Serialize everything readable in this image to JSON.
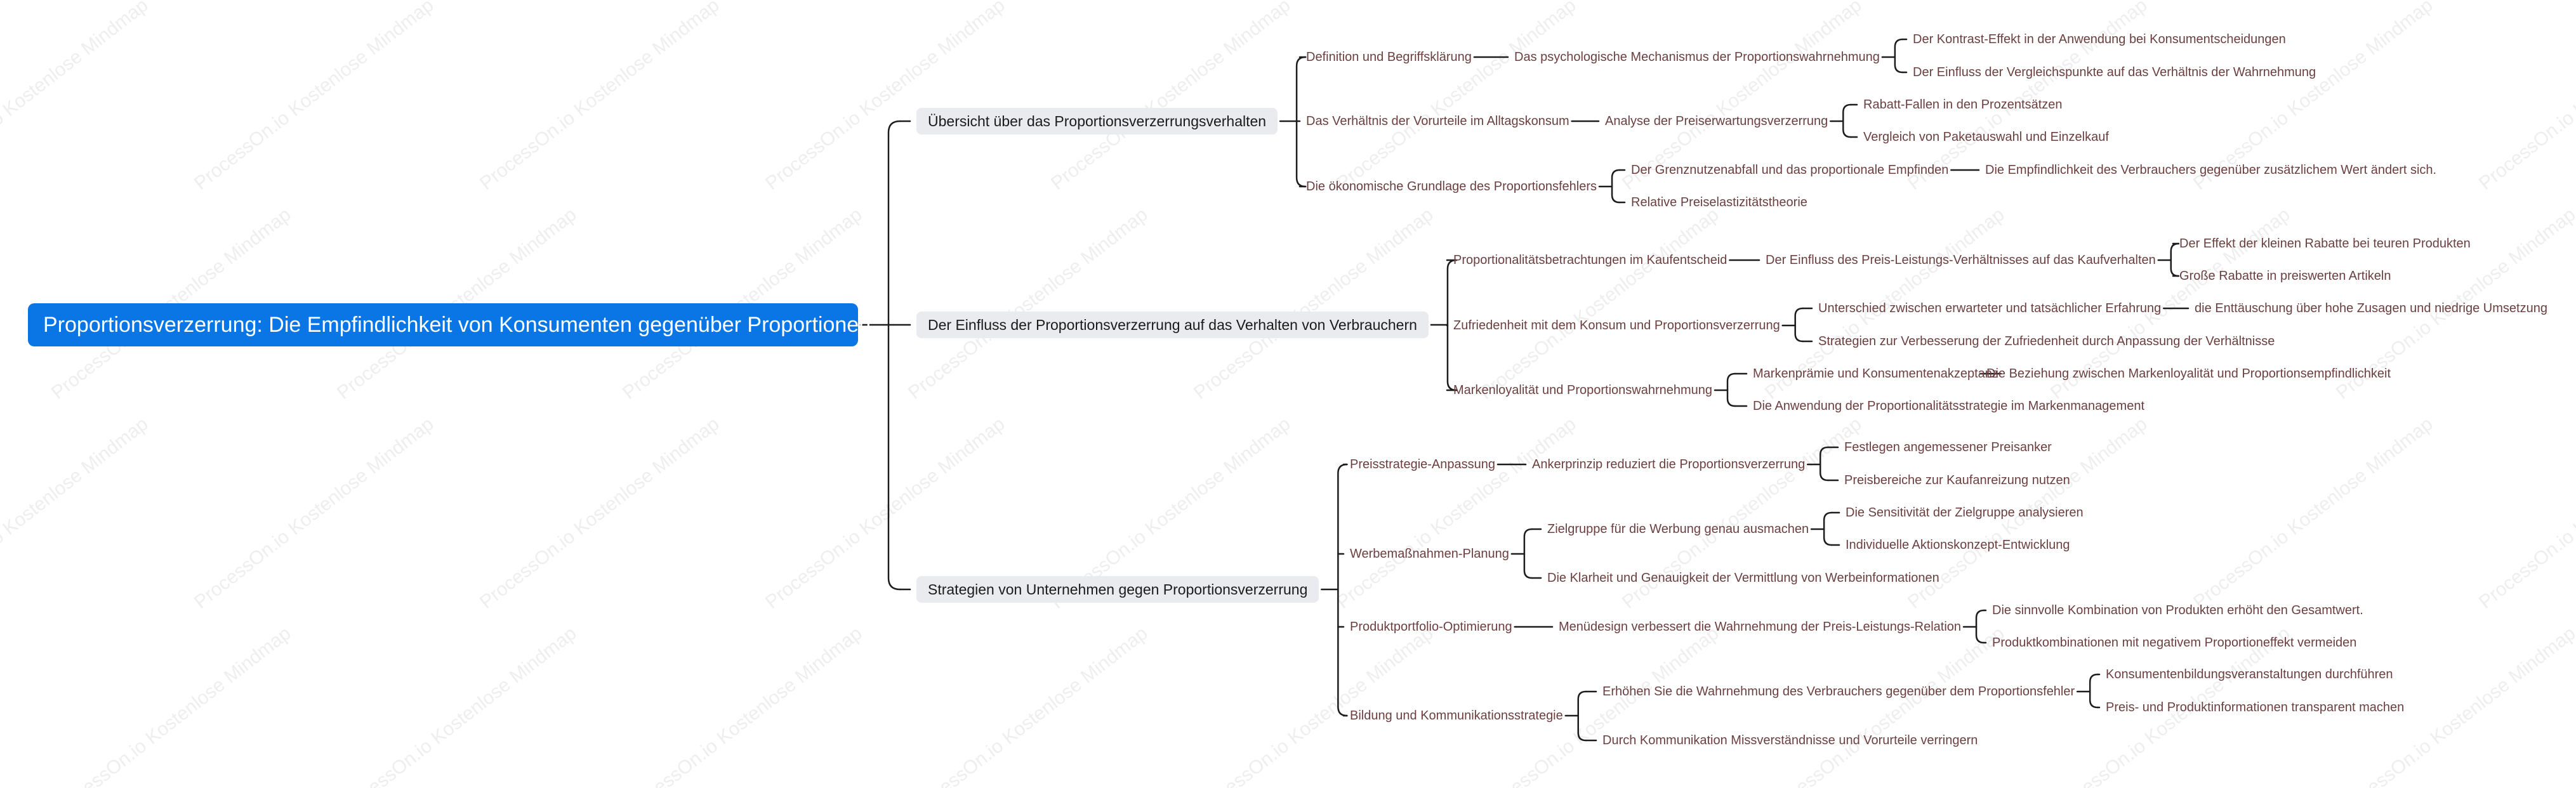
{
  "watermark": "ProcessOn.io Kostenlose Mindmap",
  "root": {
    "label": "Proportionsverzerrung: Die Empfindlichkeit von Konsumenten gegenüber Proportionen"
  },
  "branches": [
    {
      "label": "Übersicht über das Proportionsverzerrungsverhalten",
      "children": [
        {
          "label": "Definition und Begriffsklärung",
          "children": [
            {
              "label": "Das psychologische Mechanismus der Proportionswahrnehmung",
              "children": [
                {
                  "label": "Der Kontrast-Effekt in der Anwendung bei Konsumentscheidungen"
                },
                {
                  "label": "Der Einfluss der Vergleichspunkte auf das Verhältnis der Wahrnehmung"
                }
              ]
            }
          ]
        },
        {
          "label": "Das Verhältnis der Vorurteile im Alltagskonsum",
          "children": [
            {
              "label": "Analyse der Preiserwartungsverzerrung",
              "children": [
                {
                  "label": "Rabatt-Fallen in den Prozentsätzen"
                },
                {
                  "label": "Vergleich von Paketauswahl und Einzelkauf"
                }
              ]
            }
          ]
        },
        {
          "label": "Die ökonomische Grundlage des Proportionsfehlers",
          "children": [
            {
              "label": "Der Grenznutzenabfall und das proportionale Empfinden",
              "children": [
                {
                  "label": "Die Empfindlichkeit des Verbrauchers gegenüber zusätzlichem Wert ändert sich."
                }
              ]
            },
            {
              "label": "Relative Preiselastizitätstheorie"
            }
          ]
        }
      ]
    },
    {
      "label": "Der Einfluss der Proportionsverzerrung auf das Verhalten von Verbrauchern",
      "children": [
        {
          "label": "Proportionalitätsbetrachtungen im Kaufentscheid",
          "children": [
            {
              "label": "Der Einfluss des Preis-Leistungs-Verhältnisses auf das Kaufverhalten",
              "children": [
                {
                  "label": "Der Effekt der kleinen Rabatte bei teuren Produkten"
                },
                {
                  "label": "Große Rabatte in preiswerten Artikeln"
                }
              ]
            }
          ]
        },
        {
          "label": "Zufriedenheit mit dem Konsum und Proportionsverzerrung",
          "children": [
            {
              "label": "Unterschied zwischen erwarteter und tatsächlicher Erfahrung",
              "children": [
                {
                  "label": "die Enttäuschung über hohe Zusagen und niedrige Umsetzung"
                }
              ]
            },
            {
              "label": "Strategien zur Verbesserung der Zufriedenheit durch Anpassung der Verhältnisse"
            }
          ]
        },
        {
          "label": "Markenloyalität und Proportionswahrnehmung",
          "children": [
            {
              "label": "Markenprämie und Konsumentenakzeptanz",
              "children": [
                {
                  "label": "Die Beziehung zwischen Markenloyalität und Proportionsempfindlichkeit"
                }
              ]
            },
            {
              "label": "Die Anwendung der Proportionalitätsstrategie im Markenmanagement"
            }
          ]
        }
      ]
    },
    {
      "label": "Strategien von Unternehmen gegen Proportionsverzerrung",
      "children": [
        {
          "label": "Preisstrategie-Anpassung",
          "children": [
            {
              "label": "Ankerprinzip reduziert die Proportionsverzerrung",
              "children": [
                {
                  "label": "Festlegen angemessener Preisanker"
                },
                {
                  "label": "Preisbereiche zur Kaufanreizung nutzen"
                }
              ]
            }
          ]
        },
        {
          "label": "Werbemaßnahmen-Planung",
          "children": [
            {
              "label": "Zielgruppe für die Werbung genau ausmachen",
              "children": [
                {
                  "label": "Die Sensitivität der Zielgruppe analysieren"
                },
                {
                  "label": "Individuelle Aktionskonzept-Entwicklung"
                }
              ]
            },
            {
              "label": "Die Klarheit und Genauigkeit der Vermittlung von Werbeinformationen"
            }
          ]
        },
        {
          "label": "Produktportfolio-Optimierung",
          "children": [
            {
              "label": "Menüdesign verbessert die Wahrnehmung der Preis-Leistungs-Relation",
              "children": [
                {
                  "label": "Die sinnvolle Kombination von Produkten erhöht den Gesamtwert."
                },
                {
                  "label": "Produktkombinationen mit negativem Proportioneffekt vermeiden"
                }
              ]
            }
          ]
        },
        {
          "label": "Bildung und Kommunikationsstrategie",
          "children": [
            {
              "label": "Erhöhen Sie die Wahrnehmung des Verbrauchers gegenüber dem Proportionsfehler",
              "children": [
                {
                  "label": "Konsumentenbildungsveranstaltungen durchführen"
                },
                {
                  "label": "Preis- und Produktinformationen transparent machen"
                }
              ]
            },
            {
              "label": "Durch Kommunikation Missverständnisse und Vorurteile verringern"
            }
          ]
        }
      ]
    }
  ]
}
